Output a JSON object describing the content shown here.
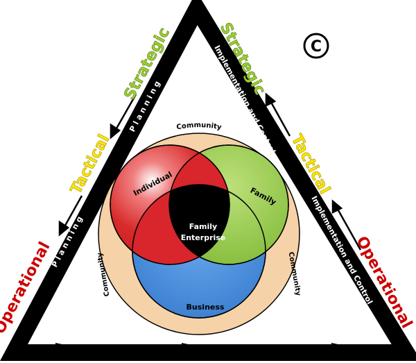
{
  "diagram": {
    "copyright_symbol": "C",
    "left_side": {
      "strategic": "Strategic",
      "tactical": "Tactical",
      "operational": "Operational",
      "planning_top": "P l a n n i n g",
      "planning_bottom": "P l a n n i n g"
    },
    "right_side": {
      "strategic": "Strategic",
      "tactical": "Tactical",
      "operational": "Operational",
      "implementation_top": "Implementation and Control",
      "implementation_bottom": "Implementation and Control"
    },
    "venn": {
      "community_top": "Community",
      "community_left": "Community",
      "community_right": "Community",
      "individual": "Individual",
      "family": "Family",
      "business": "Business",
      "center_line1": "Family",
      "center_line2": "Enterprise"
    },
    "colors": {
      "triangle": "#000000",
      "strategic": "#9acd32",
      "tactical": "#ffe600",
      "operational": "#cc0000",
      "community": "#f6d2a8",
      "individual": "#d82a2a",
      "family": "#8cc43c",
      "business": "#3a84d8",
      "center": "#000000"
    }
  }
}
